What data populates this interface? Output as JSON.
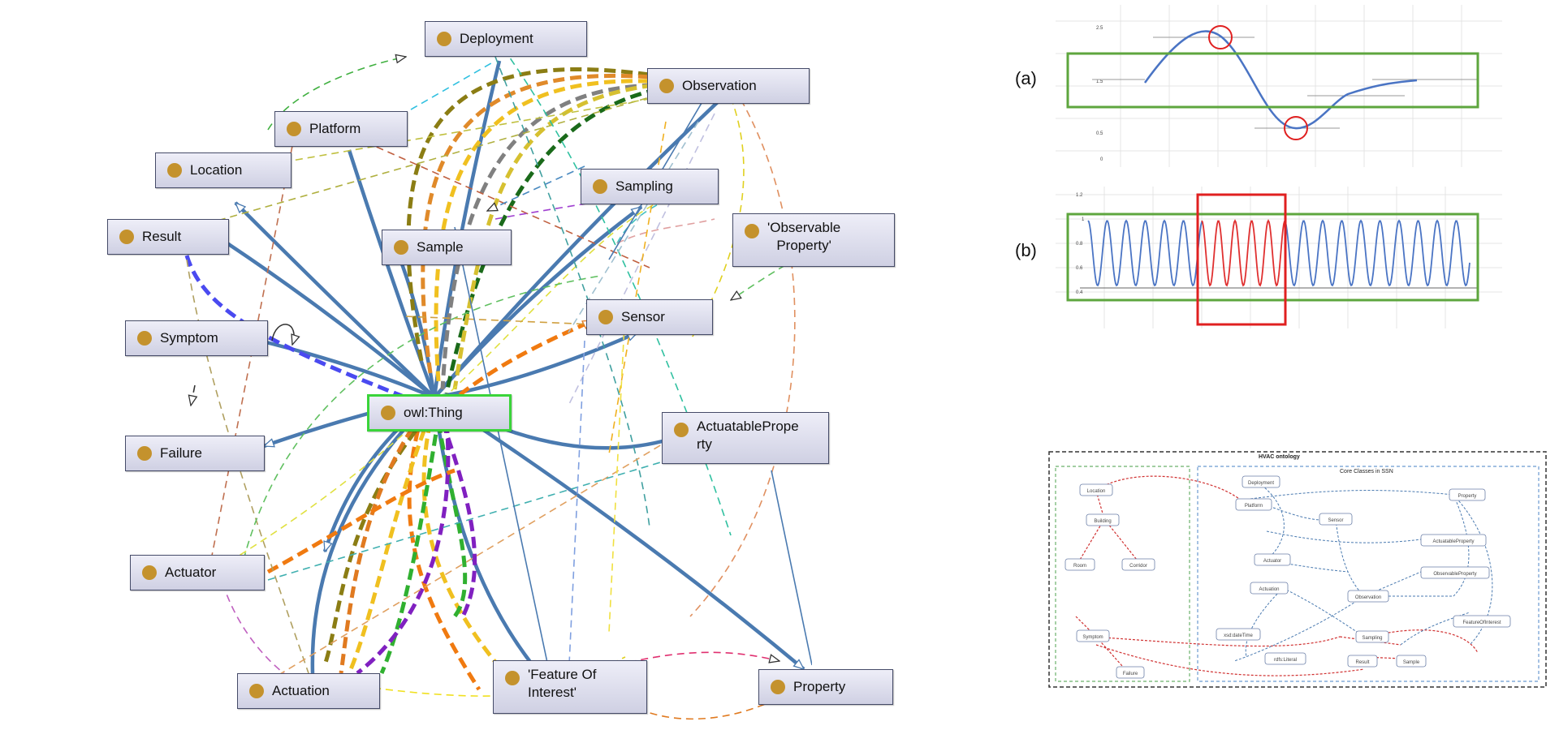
{
  "nodes": {
    "deployment": "Deployment",
    "observation": "Observation",
    "platform": "Platform",
    "location": "Location",
    "sampling": "Sampling",
    "result": "Result",
    "sample": "Sample",
    "observable_property": "'Observable\nProperty'",
    "sensor": "Sensor",
    "symptom": "Symptom",
    "owl_thing": "owl:Thing",
    "actuatable_property": "ActuatablePrope\nrty",
    "failure": "Failure",
    "actuator": "Actuator",
    "actuation": "Actuation",
    "feature_of_interest": "'Feature Of\nInterest'",
    "property": "Property"
  },
  "panels": {
    "a_label": "(a)",
    "b_label": "(b)",
    "a_yticks": [
      "2.5",
      "1.5",
      "0.5",
      "0"
    ],
    "b_yticks": [
      "1.2",
      "1",
      "0.8",
      "0.6",
      "0.4"
    ],
    "c": {
      "title": "HVAC ontology",
      "core_title": "Core Classes in SSN",
      "left_nodes": [
        "Location",
        "Building",
        "Room",
        "Corridor",
        "Symptom",
        "Failure"
      ],
      "right_nodes": [
        "Deployment",
        "Property",
        "Platform",
        "Sensor",
        "Actuator",
        "ActuatableProperty",
        "Actuation",
        "ObservableProperty",
        "Observation",
        "FeatureOfInterest",
        "xsd:dateTime",
        "rdfs:Literal",
        "Sampling",
        "Result",
        "Sample"
      ]
    }
  },
  "colors": {
    "node_dot": "#c4922d",
    "node_border": "#454b68",
    "center_border": "#3ad43a",
    "edge_blue": "#4a7ab0",
    "panel_green": "#5ea63e",
    "panel_red": "#e02020",
    "curve_blue": "#4a74c4"
  }
}
